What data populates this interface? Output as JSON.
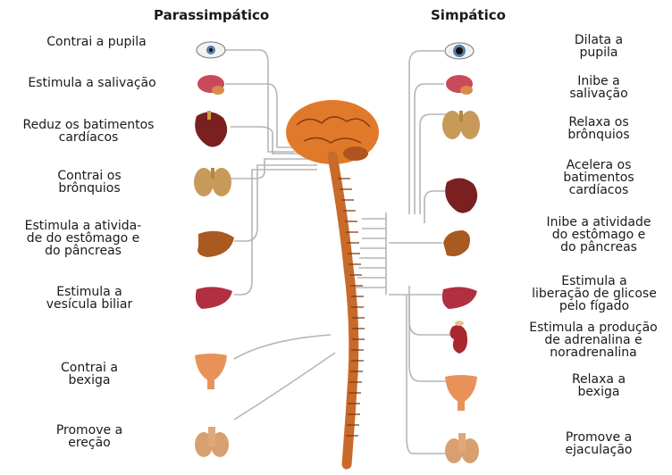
{
  "headers": {
    "left": "Parassimpático",
    "right": "Simpático"
  },
  "left_labels": [
    [
      "Contrai a pupila"
    ],
    [
      "Estimula a salivação"
    ],
    [
      "Reduz os batimentos",
      "cardíacos"
    ],
    [
      "Contrai os",
      "brônquios"
    ],
    [
      "Estimula a ativida-",
      "de do estômago e",
      "do pâncreas"
    ],
    [
      "Estimula a",
      "vesícula biliar"
    ],
    [
      "Contrai a",
      "bexiga"
    ],
    [
      "Promove a",
      "ereção"
    ]
  ],
  "right_labels": [
    [
      "Dilata a",
      "pupila"
    ],
    [
      "Inibe a",
      "salivação"
    ],
    [
      "Relaxa os",
      "brônquios"
    ],
    [
      "Acelera os",
      "batimentos",
      "cardíacos"
    ],
    [
      "Inibe a atividade",
      "do estômago e",
      "do pâncreas"
    ],
    [
      "Estimula a",
      "liberação de glicose",
      "pelo fígado"
    ],
    [
      "Estimula a produção",
      "de adrenalina e",
      "noradrenalina"
    ],
    [
      "Relaxa a",
      "bexiga"
    ],
    [
      "Promove a",
      "ejaculação"
    ]
  ],
  "colors": {
    "nerve": "#b5b5b5",
    "brain": "#e07a2a",
    "spine": "#c86a2a",
    "heart": "#7a2020",
    "lung": "#c89a5a",
    "stomach": "#a85a20",
    "liver": "#b03040",
    "bladder": "#e8925a",
    "genital": "#d8a070"
  }
}
